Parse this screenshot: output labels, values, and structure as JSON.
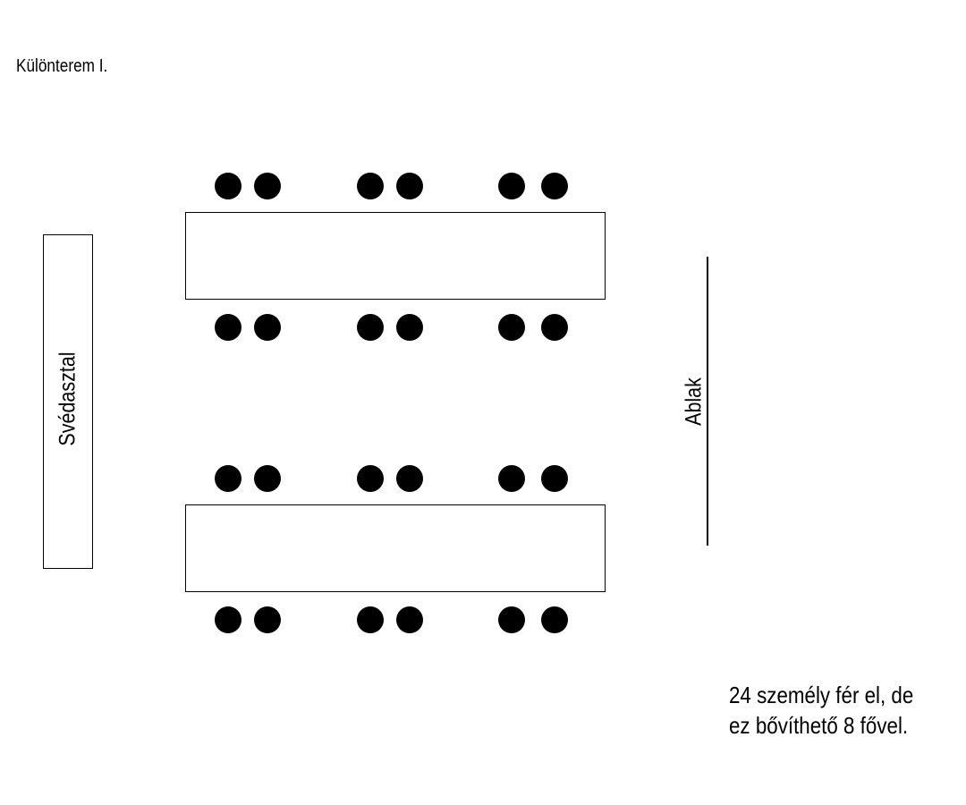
{
  "title": "Különterem I.",
  "sideboard_label": "Svédasztal",
  "window_label": "Ablak",
  "note": {
    "line1": "24 személy fér el, de",
    "line2": "ez bővíthető 8 fővel."
  },
  "tables_count": 2,
  "chairs_count": 24
}
